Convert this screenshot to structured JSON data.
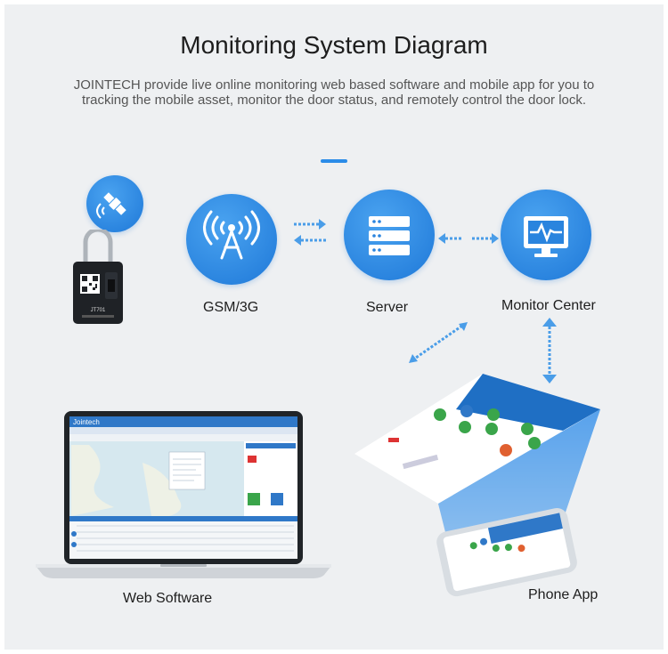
{
  "header": {
    "title": "Monitoring System Diagram",
    "description": "JOINTECH provide live online monitoring web based software and mobile app for you to tracking the mobile asset,  monitor the door status, and remotely control the door lock."
  },
  "nodes": {
    "gsm": "GSM/3G",
    "server": "Server",
    "monitor": "Monitor Center",
    "web": "Web Software",
    "phone": "Phone App"
  },
  "laptop": {
    "brand": "Jointech"
  },
  "device": {
    "model": "JT701"
  },
  "icons": [
    "satellite-icon",
    "antenna-icon",
    "server-icon",
    "monitor-icon"
  ],
  "colors": {
    "accent": "#2b8ce8",
    "node_dark": "#1e78d8",
    "background": "#eef0f2"
  }
}
